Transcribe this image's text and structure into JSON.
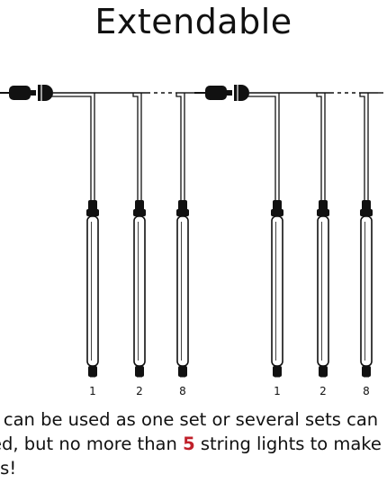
{
  "title": "Extendable",
  "groups": [
    {
      "labels": [
        "1",
        "2",
        "8"
      ]
    },
    {
      "labels": [
        "1",
        "2",
        "8"
      ]
    }
  ],
  "caption": {
    "line1": "t can be used as one set or several sets can",
    "line2_before": "ed, but no more than ",
    "line2_highlight": "5",
    "line2_after": " string lights to make s",
    "line3": "ss!"
  },
  "colors": {
    "highlight": "#c0202a",
    "stroke": "#111111"
  }
}
